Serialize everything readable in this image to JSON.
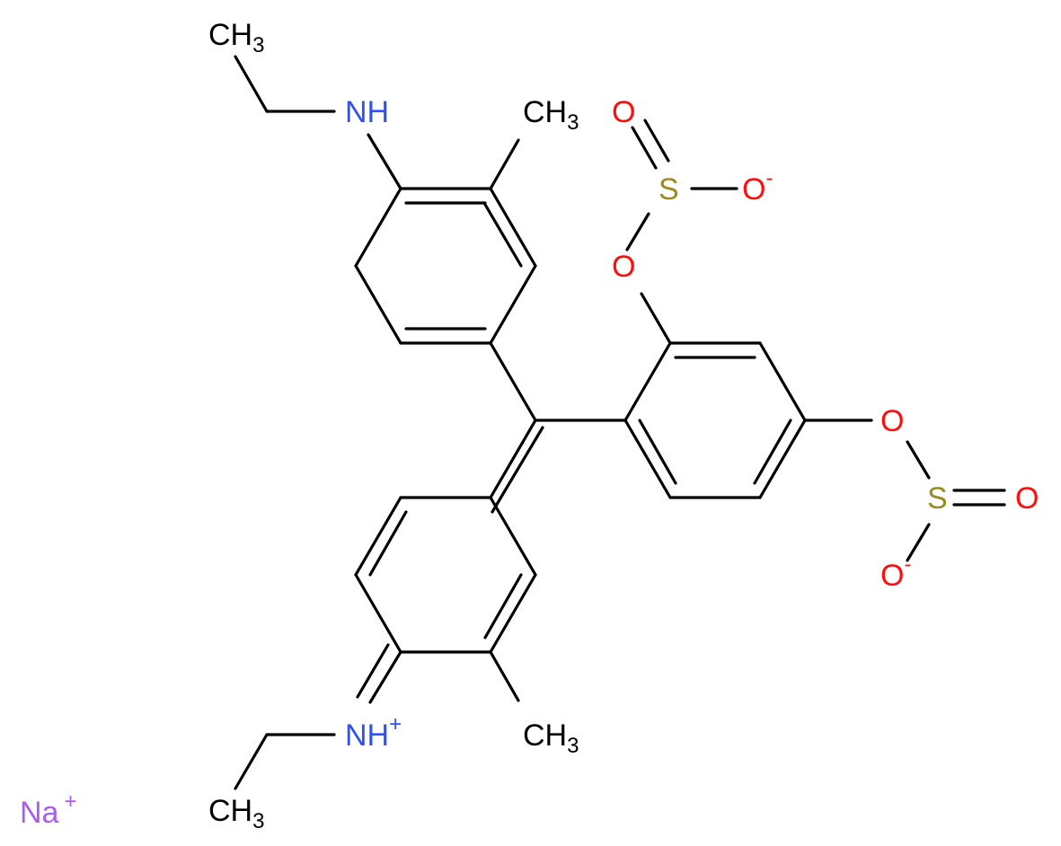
{
  "molecule": {
    "atom_labels": {
      "ch3_top_left": {
        "main": "CH",
        "sub": "3"
      },
      "nh_top": {
        "main": "NH"
      },
      "ch3_top": {
        "main": "CH",
        "sub": "3"
      },
      "o_double_top": {
        "main": "O"
      },
      "o_minus_top": {
        "main": "O",
        "charge": "-"
      },
      "s_top": {
        "main": "S"
      },
      "o_link_top": {
        "main": "O"
      },
      "o_link_right": {
        "main": "O"
      },
      "s_right": {
        "main": "S"
      },
      "o_double_right": {
        "main": "O"
      },
      "o_minus_right": {
        "main": "O",
        "charge": "-"
      },
      "nh_plus_bottom": {
        "main": "NH",
        "charge": "+"
      },
      "ch3_bottom": {
        "main": "CH",
        "sub": "3"
      },
      "ch3_bottom_left": {
        "main": "CH",
        "sub": "3"
      },
      "sodium": {
        "main": "Na",
        "charge": "+"
      }
    },
    "colors": {
      "carbon_bond": "#000000",
      "nitrogen": "#3050F8",
      "oxygen": "#FF0D0D",
      "sulfur": "#9B8A1F",
      "sodium": "#AB5CF2",
      "carbon_label": "#000000"
    }
  }
}
